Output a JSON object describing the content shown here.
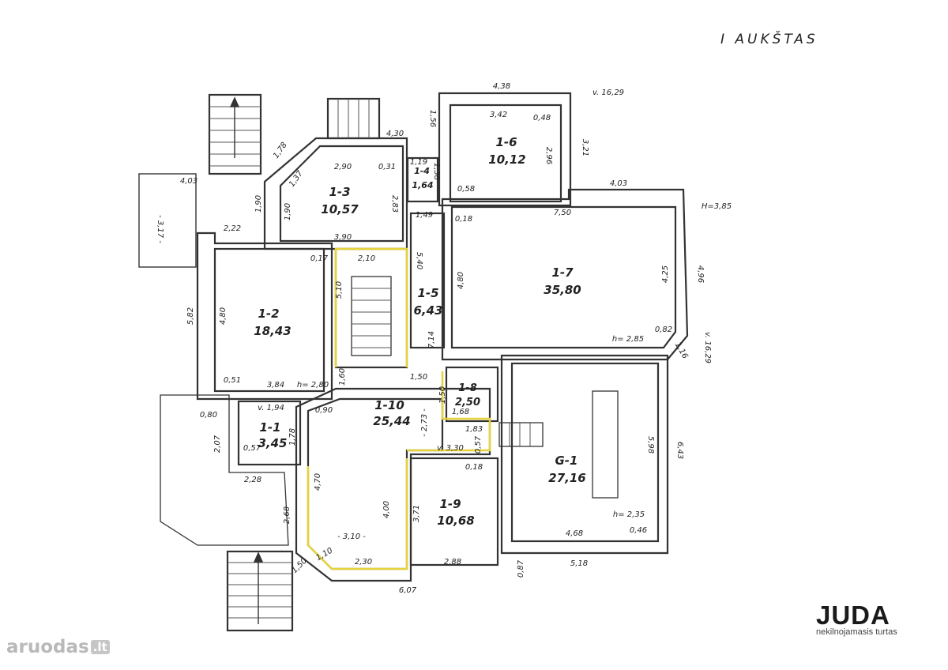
{
  "title": "I AUKŠTAS",
  "rooms": [
    {
      "id": "1-1",
      "area": "3,45"
    },
    {
      "id": "1-2",
      "area": "18,43"
    },
    {
      "id": "1-3",
      "area": "10,57"
    },
    {
      "id": "1-4",
      "area": "1,64"
    },
    {
      "id": "1-5",
      "area": "6,43"
    },
    {
      "id": "1-6",
      "area": "10,12"
    },
    {
      "id": "1-7",
      "area": "35,80"
    },
    {
      "id": "1-8",
      "area": "2,50"
    },
    {
      "id": "1-9",
      "area": "10,68"
    },
    {
      "id": "1-10",
      "area": "25,44"
    },
    {
      "id": "G-1",
      "area": "27,16"
    }
  ],
  "dimensions": [
    "4,38",
    "v. 16,29",
    "3,42",
    "0,48",
    "2,96",
    "3,21",
    "4,03",
    "H=3,85",
    "1,56",
    "4,30",
    "1,78",
    "1,37",
    "2,90",
    "0,31",
    "1,19",
    "1,38",
    "0,58",
    "2,83",
    "1,49",
    "0,18",
    "7,50",
    "4,03",
    "- 3,17 -",
    "1,90",
    "1,90",
    "2,22",
    "3,90",
    "0,17",
    "2,10",
    "5,40",
    "4,80",
    "4,25",
    "4,96",
    "5,82",
    "4,80",
    "1,60",
    "1,50",
    "h= 2,85",
    "0,82",
    "1,16",
    "v. 16,29",
    "0,51",
    "3,84",
    "h= 2,80",
    "v. 1,94",
    "0,90",
    "0,80",
    "1,78",
    "- 2,73 -",
    "1,68",
    "1,83",
    "2,07",
    "0,57",
    "2,28",
    "v. 3,30",
    "0,57",
    "0,18",
    "5,98",
    "6,43",
    "4,70",
    "4,00",
    "3,71",
    "2,68",
    "- 3,10 -",
    "h= 2,35",
    "0,46",
    "4,68",
    "1,10",
    "2,30",
    "2,88",
    "0,87",
    "5,18",
    "1,50",
    "6,07",
    "5,10",
    "7,14",
    "1,50"
  ],
  "branding": {
    "juda_name": "JUDA",
    "juda_tagline": "nekilnojamasis turtas",
    "aruodas_name": "aruodas",
    "aruodas_tld": ".lt"
  }
}
